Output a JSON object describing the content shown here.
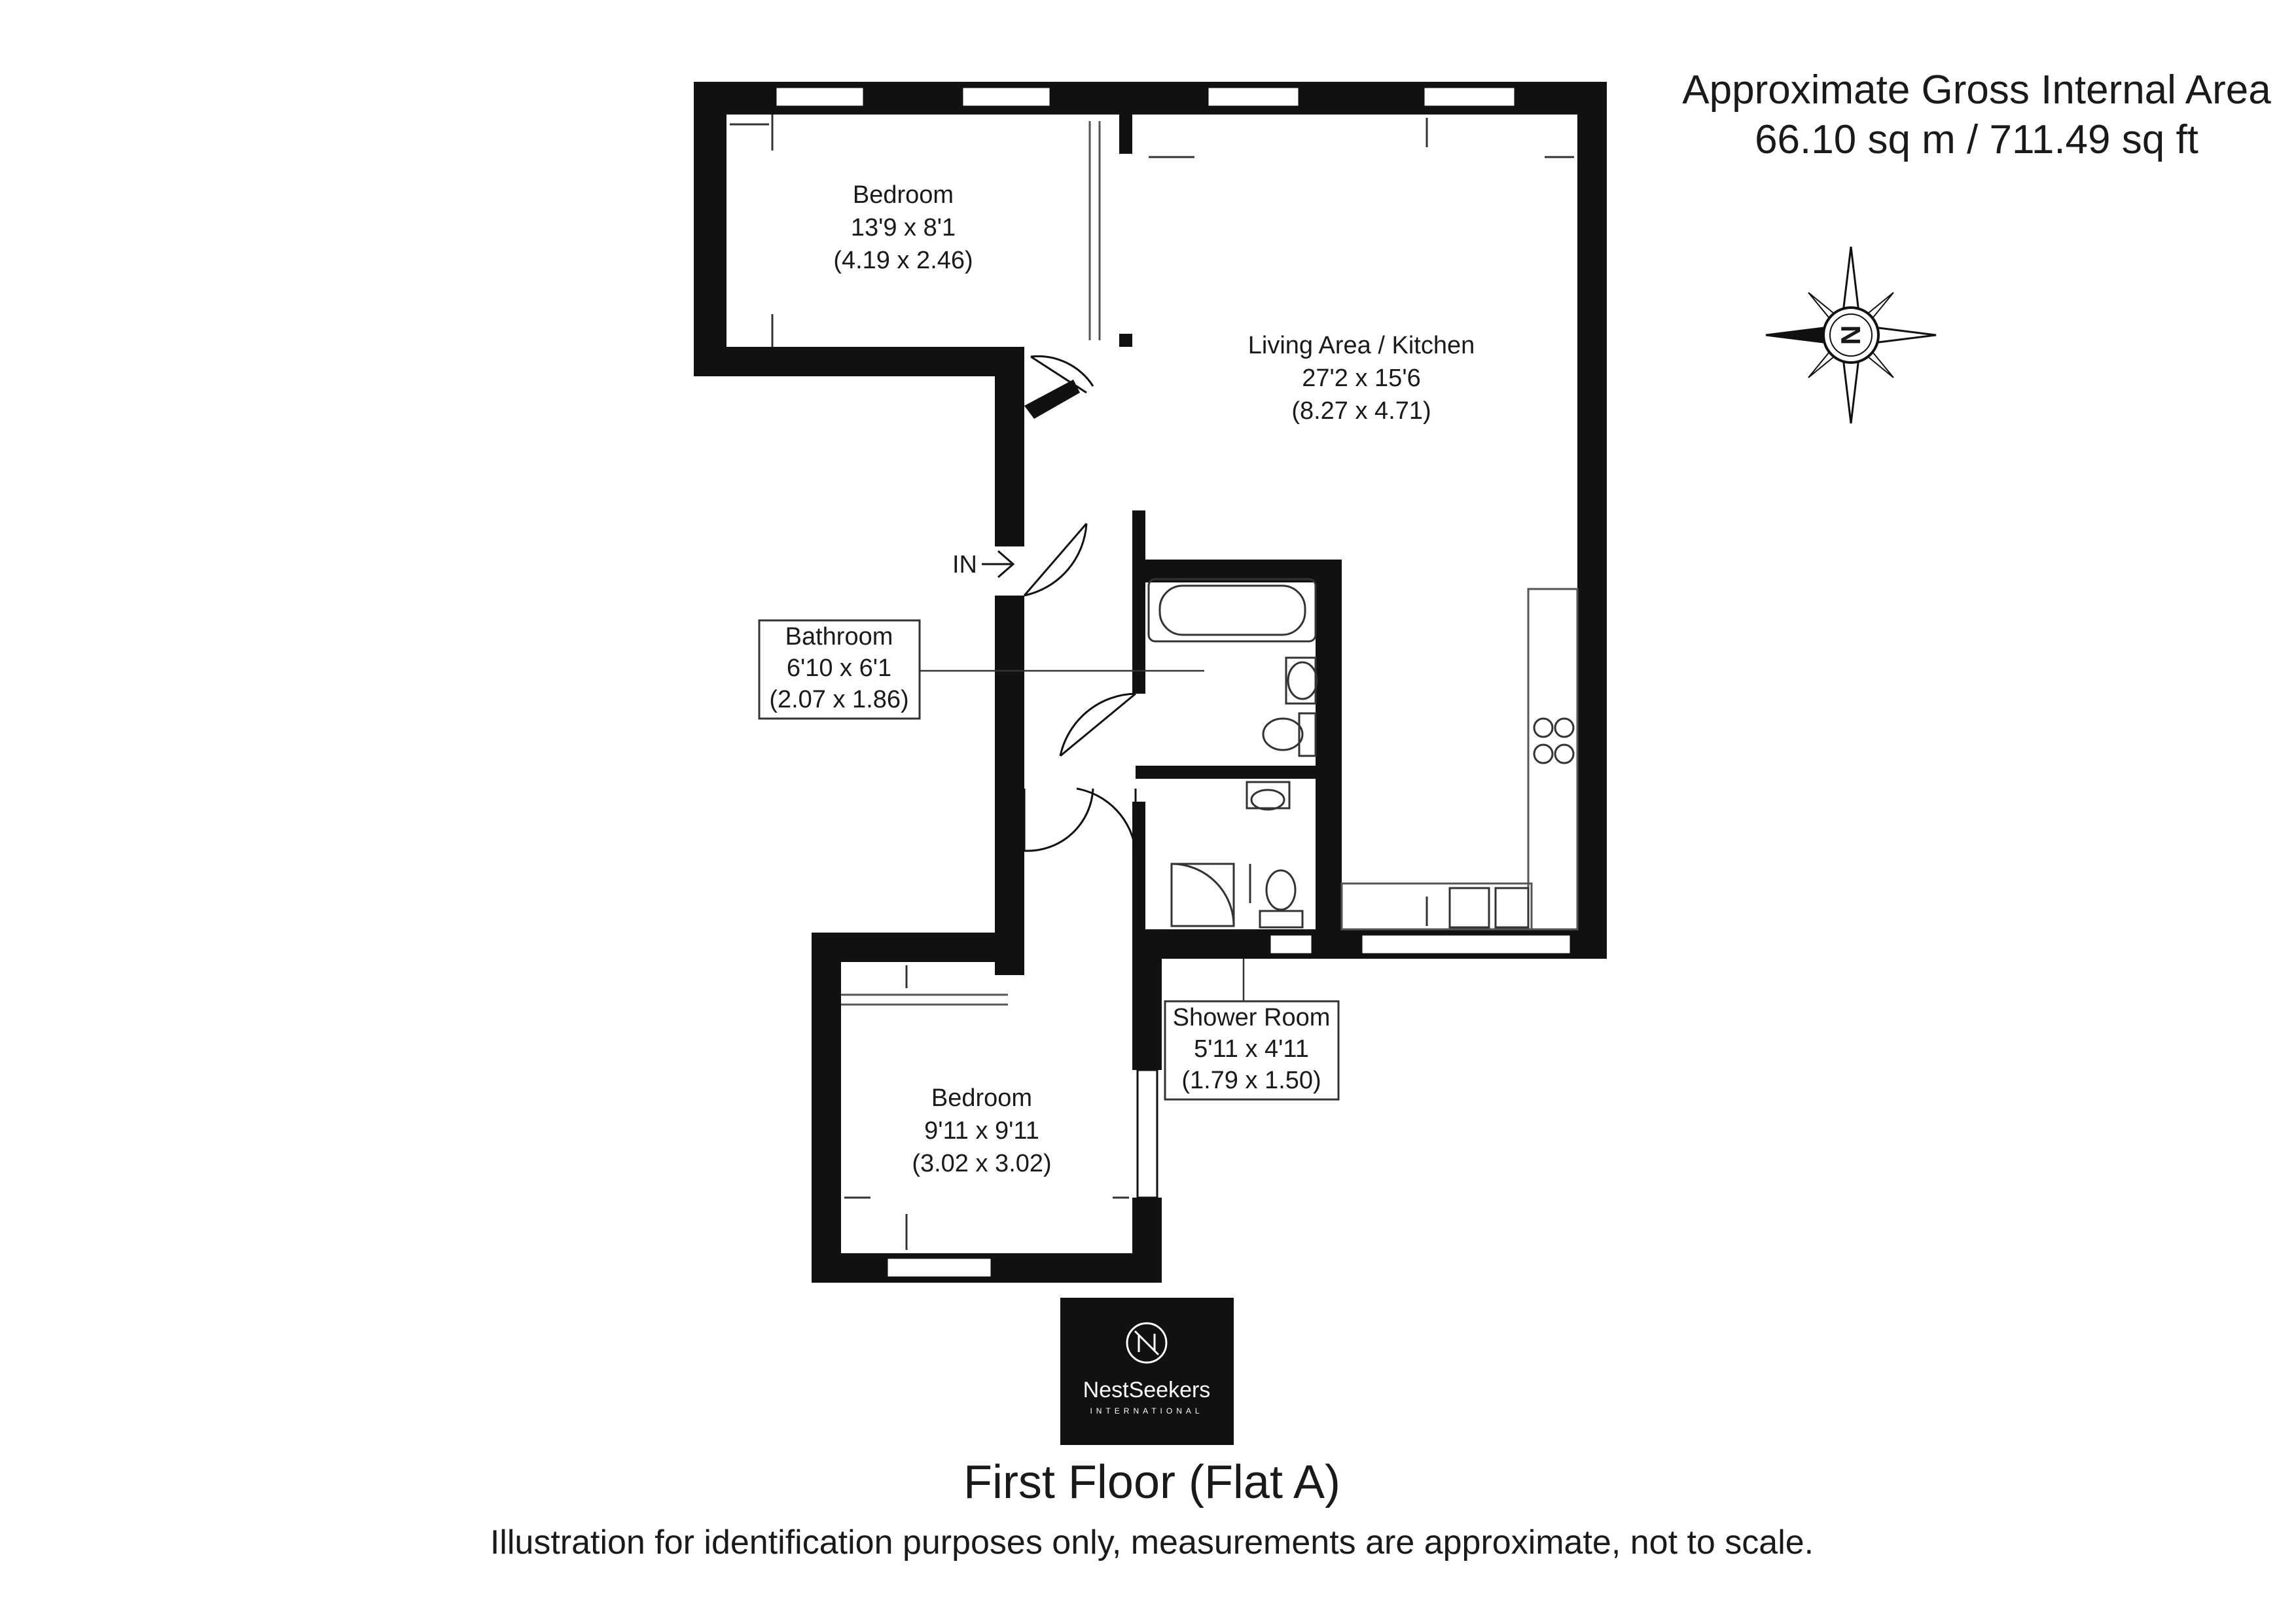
{
  "gross_area": {
    "line1": "Approximate Gross Internal Area",
    "line2": "66.10 sq m / 711.49 sq ft"
  },
  "rooms": {
    "bedroom_1": {
      "name": "Bedroom",
      "imperial": "13'9 x 8'1",
      "metric": "(4.19 x 2.46)"
    },
    "living": {
      "name": "Living Area / Kitchen",
      "imperial": "27'2 x 15'6",
      "metric": "(8.27 x 4.71)"
    },
    "bathroom": {
      "name": "Bathroom",
      "imperial": "6'10 x 6'1",
      "metric": "(2.07 x 1.86)"
    },
    "shower": {
      "name": "Shower Room",
      "imperial": "5'11 x 4'11",
      "metric": "(1.79 x 1.50)"
    },
    "bedroom_2": {
      "name": "Bedroom",
      "imperial": "9'11 x 9'11",
      "metric": "(3.02 x 3.02)"
    }
  },
  "entrance_label": "IN",
  "compass_letter": "N",
  "logo": {
    "wordmark": "NestSeekers",
    "sub": "INTERNATIONAL"
  },
  "floor_title": "First Floor (Flat A)",
  "disclaimer": "Illustration for identification purposes only, measurements are approximate, not to scale.",
  "colors": {
    "wall": "#111111",
    "logo_bg": "#111111",
    "window": "#ffffff"
  }
}
